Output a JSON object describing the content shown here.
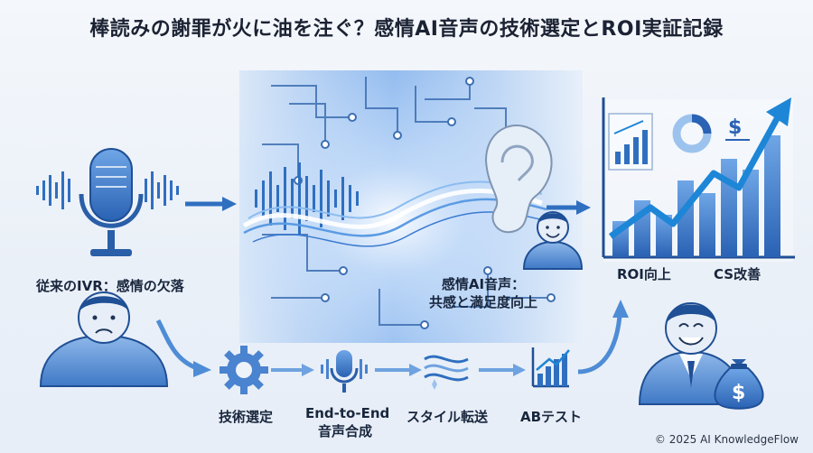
{
  "title": "棒読みの謝罪が火に油を注ぐ？感情AI音声の技術選定とROI実証記録",
  "left": {
    "label": "従来のIVR：感情の欠落"
  },
  "middle": {
    "label_line1": "感情AI音声：",
    "label_line2": "共感と満足度向上"
  },
  "right": {
    "roi_label": "ROI向上",
    "cs_label": "CS改善",
    "dollar": "$"
  },
  "steps": [
    {
      "label": "技術選定"
    },
    {
      "label_line1": "End-to-End",
      "label_line2": "音声合成"
    },
    {
      "label": "スタイル転送"
    },
    {
      "label": "ABテスト"
    }
  ],
  "footer": {
    "copyright": "© 2025 AI KnowledgeFlow"
  },
  "colors": {
    "primary": "#2f6fc0",
    "dark": "#1d4f96",
    "light": "#9cc3ee",
    "accent": "#1e86d6"
  }
}
